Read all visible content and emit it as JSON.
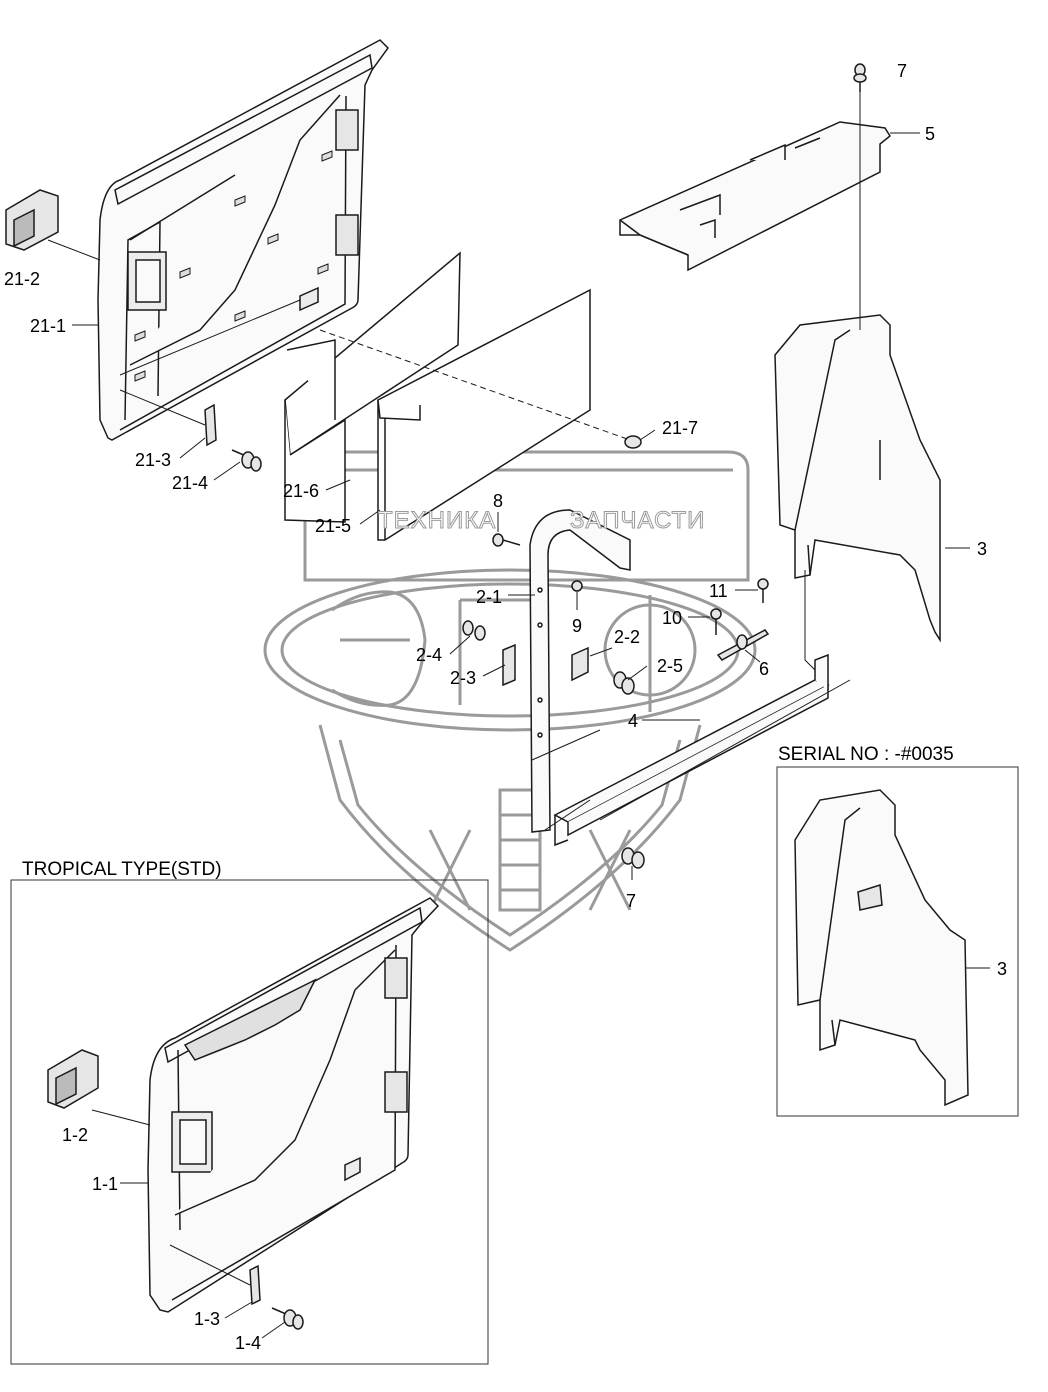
{
  "watermark": {
    "left_text": "ТЕХНИКА",
    "right_text": "ЗАПЧАСТИ"
  },
  "insets": {
    "tropical_title": "TROPICAL TYPE(STD)",
    "serial_title": "SERIAL NO : -#0035"
  },
  "labels": {
    "p21_2": "21-2",
    "p21_1": "21-1",
    "p21_3": "21-3",
    "p21_4": "21-4",
    "p21_6": "21-6",
    "p21_5": "21-5",
    "p21_7": "21-7",
    "p8": "8",
    "p2_1": "2-1",
    "p9": "9",
    "p2_2": "2-2",
    "p2_4": "2-4",
    "p2_3": "2-3",
    "p2_5": "2-5",
    "p11": "11",
    "p10": "10",
    "p6": "6",
    "p4": "4",
    "p7_top": "7",
    "p5": "5",
    "p3_main": "3",
    "p7_bottom": "7",
    "p1_2": "1-2",
    "p1_1": "1-1",
    "p1_3": "1-3",
    "p1_4": "1-4",
    "p3_inset": "3"
  },
  "colors": {
    "line": "#1a1a1a",
    "watermark": "#9a9a9a",
    "fill_light": "#f2f2f2",
    "fill_mid": "#d8d8d8"
  }
}
